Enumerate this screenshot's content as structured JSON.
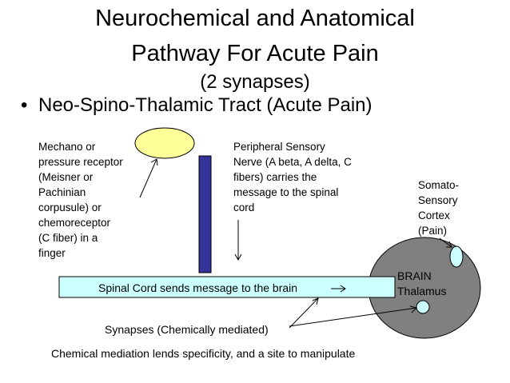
{
  "title": {
    "line1": "Neurochemical and Anatomical",
    "line2": "Pathway For Acute Pain",
    "line3": "(2 synapses)"
  },
  "bullet": {
    "symbol": "•",
    "text": "Neo-Spino-Thalamic Tract (Acute Pain)"
  },
  "labels": {
    "receptor": [
      "Mechano or",
      "pressure receptor",
      "(Meisner or",
      "Pachinian",
      "corpusule) or",
      "chemoreceptor",
      "(C fiber) in a",
      "finger"
    ],
    "nerve": [
      "Peripheral Sensory",
      "Nerve (A beta, A delta, C",
      "fibers) carries the",
      "message to the spinal",
      "cord"
    ],
    "cortex": [
      "Somato-",
      "Sensory",
      "Cortex",
      "(Pain)"
    ],
    "brain": "BRAIN",
    "thalamus": "Thalamus",
    "spinal_cord": "Spinal Cord sends message to the brain",
    "synapses": "Synapses (Chemically mediated)",
    "footer": "Chemical mediation lends specificity, and a site to manipulate"
  },
  "colors": {
    "receptor_fill": "#ffff99",
    "nerve_fill": "#333399",
    "cord_fill": "#ccffff",
    "brain_fill": "#808080",
    "cortex_fill": "#ccffff"
  }
}
